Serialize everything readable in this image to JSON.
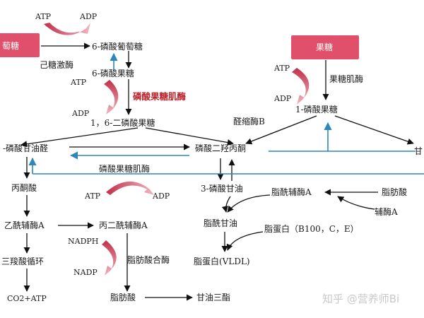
{
  "boxes": {
    "glucose": "萄糖",
    "fructose": "果糖"
  },
  "labels": {
    "atp_1": "ATP",
    "adp_1": "ADP",
    "g6p": "6-磷酸葡萄糖",
    "hexokinase": "己糖激酶",
    "f6p": "6-磷酸果糖",
    "atp_2": "ATP",
    "adp_2": "ADP",
    "pfk": "磷酸果糖肌酶",
    "f16bp": "1，6-二磷酸果糖",
    "atp_3": "ATP",
    "adp_3": "ADP",
    "fructokinase": "果糖肌酶",
    "f1p": "1-磷酸果糖",
    "aldolase_b": "醛缩酶B",
    "g3p": "-磷酸甘油醛",
    "dhap": "磷酸二羟丙酮",
    "right_edge": "甘",
    "pfk_bottom": "磷酸果糖肌酶",
    "pyruvate": "丙酮酸",
    "atp_4": "ATP",
    "adp_4": "ADP",
    "glycerol3p": "3-磷酸甘油",
    "acyl_coa": "脂酰辅酶A",
    "fatty_acid_1": "脂肪酸",
    "coa": "辅酶A",
    "acetyl_coa": "乙酰辅酶A",
    "malonyl_coa": "丙二酰辅酶A",
    "acyl_glycerol": "脂酰甘油",
    "apolipoprotein": "脂蛋白（B100，C，E）",
    "nadph": "NADPH",
    "tca": "三羧酸循环",
    "fas": "脂肪酸合酶",
    "nadp": "NADP",
    "vldl": "脂蛋白(VLDL)",
    "co2_atp": "CO2+ATP",
    "fatty_acid_2": "脂肪酸",
    "triglyceride": "甘油三酯"
  },
  "watermark": "知乎 @营养师Bi",
  "colors": {
    "box_fill": "#e0506a",
    "curved_arrow_dark": "#c03048",
    "curved_arrow_light": "#f2b4c0",
    "blue_arrow": "#2f86b8",
    "enzyme_red": "#c0202a"
  }
}
